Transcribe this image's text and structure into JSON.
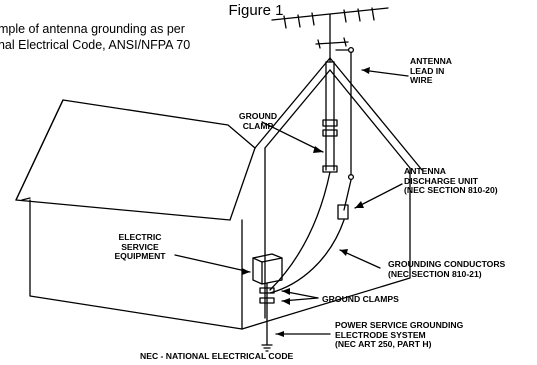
{
  "figure": {
    "title": "Figure 1",
    "caption_line1": "ample of antenna grounding as per",
    "caption_line2": "onal Electrical Code, ANSI/NFPA 70"
  },
  "labels": {
    "antenna_lead_in_wire": [
      "ANTENNA",
      "LEAD IN",
      "WIRE"
    ],
    "ground_clamp": [
      "GROUND",
      "CLAMP"
    ],
    "antenna_discharge_unit": [
      "ANTENNA",
      "DISCHARGE UNIT",
      "(NEC SECTION 810-20)"
    ],
    "electric_service_equipment": [
      "ELECTRIC",
      "SERVICE",
      "EQUIPMENT"
    ],
    "grounding_conductors": [
      "GROUNDING CONDUCTORS",
      "(NEC SECTION 810-21)"
    ],
    "ground_clamps": "GROUND CLAMPS",
    "power_service_grounding": [
      "POWER SERVICE GROUNDING",
      "ELECTRODE SYSTEM",
      "(NEC ART 250, PART H)"
    ],
    "footnote": "NEC - NATIONAL ELECTRICAL CODE"
  },
  "colors": {
    "ink": "#000000",
    "background": "#ffffff"
  }
}
